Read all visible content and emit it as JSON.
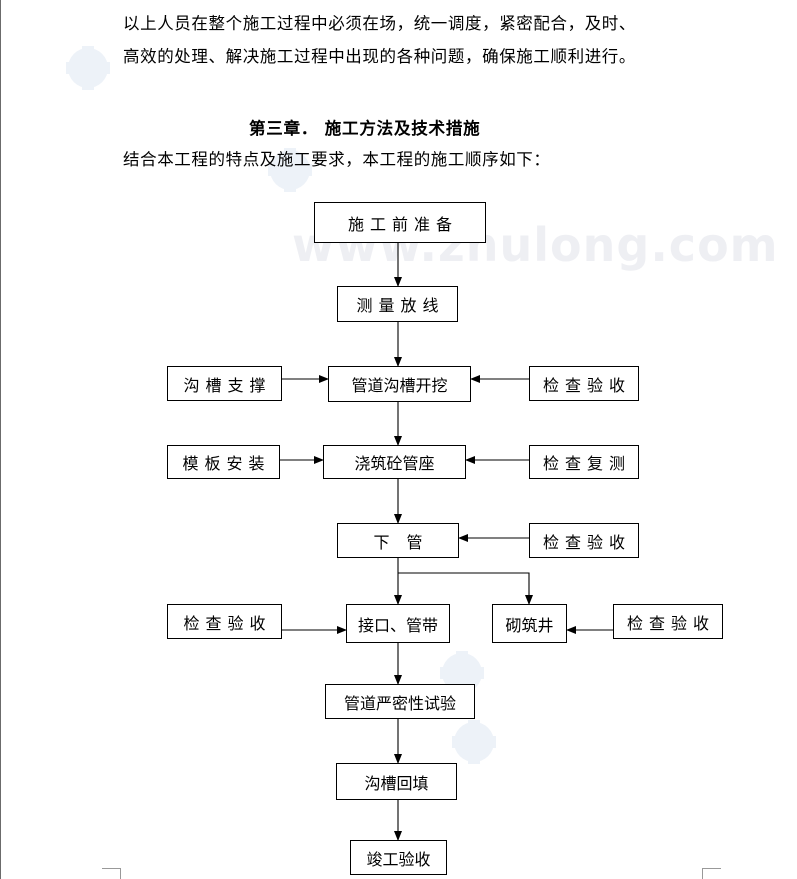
{
  "paragraph": {
    "line1": "以上人员在整个施工过程中必须在场，统一调度，紧密配合，及时、",
    "line2": "高效的处理、解决施工过程中出现的各种问题，确保施工顺利进行。"
  },
  "chapter_heading": "第三章．  施工方法及技术措施",
  "intro": "结合本工程的特点及施工要求，本工程的施工顺序如下：",
  "flow": {
    "prep": "施工前准备",
    "survey": "测量放线",
    "trench_support": "沟槽支撑",
    "trench_excavation": "管道沟槽开挖",
    "inspection_1": "检查验收",
    "formwork": "模板安装",
    "pour_base": "浇筑砼管座",
    "recheck": "检查复测",
    "lay_pipe": "下 管",
    "inspection_2": "检查验收",
    "inspection_3": "检查验收",
    "joint_band": "接口、管带",
    "masonry_well": "砌筑井",
    "inspection_4": "检查验收",
    "tightness_test": "管道严密性试验",
    "backfill": "沟槽回填",
    "completion": "竣工验收"
  },
  "watermark": "www.zhulong.com",
  "colors": {
    "line": "#000000",
    "watermark": "#d4dae3"
  }
}
